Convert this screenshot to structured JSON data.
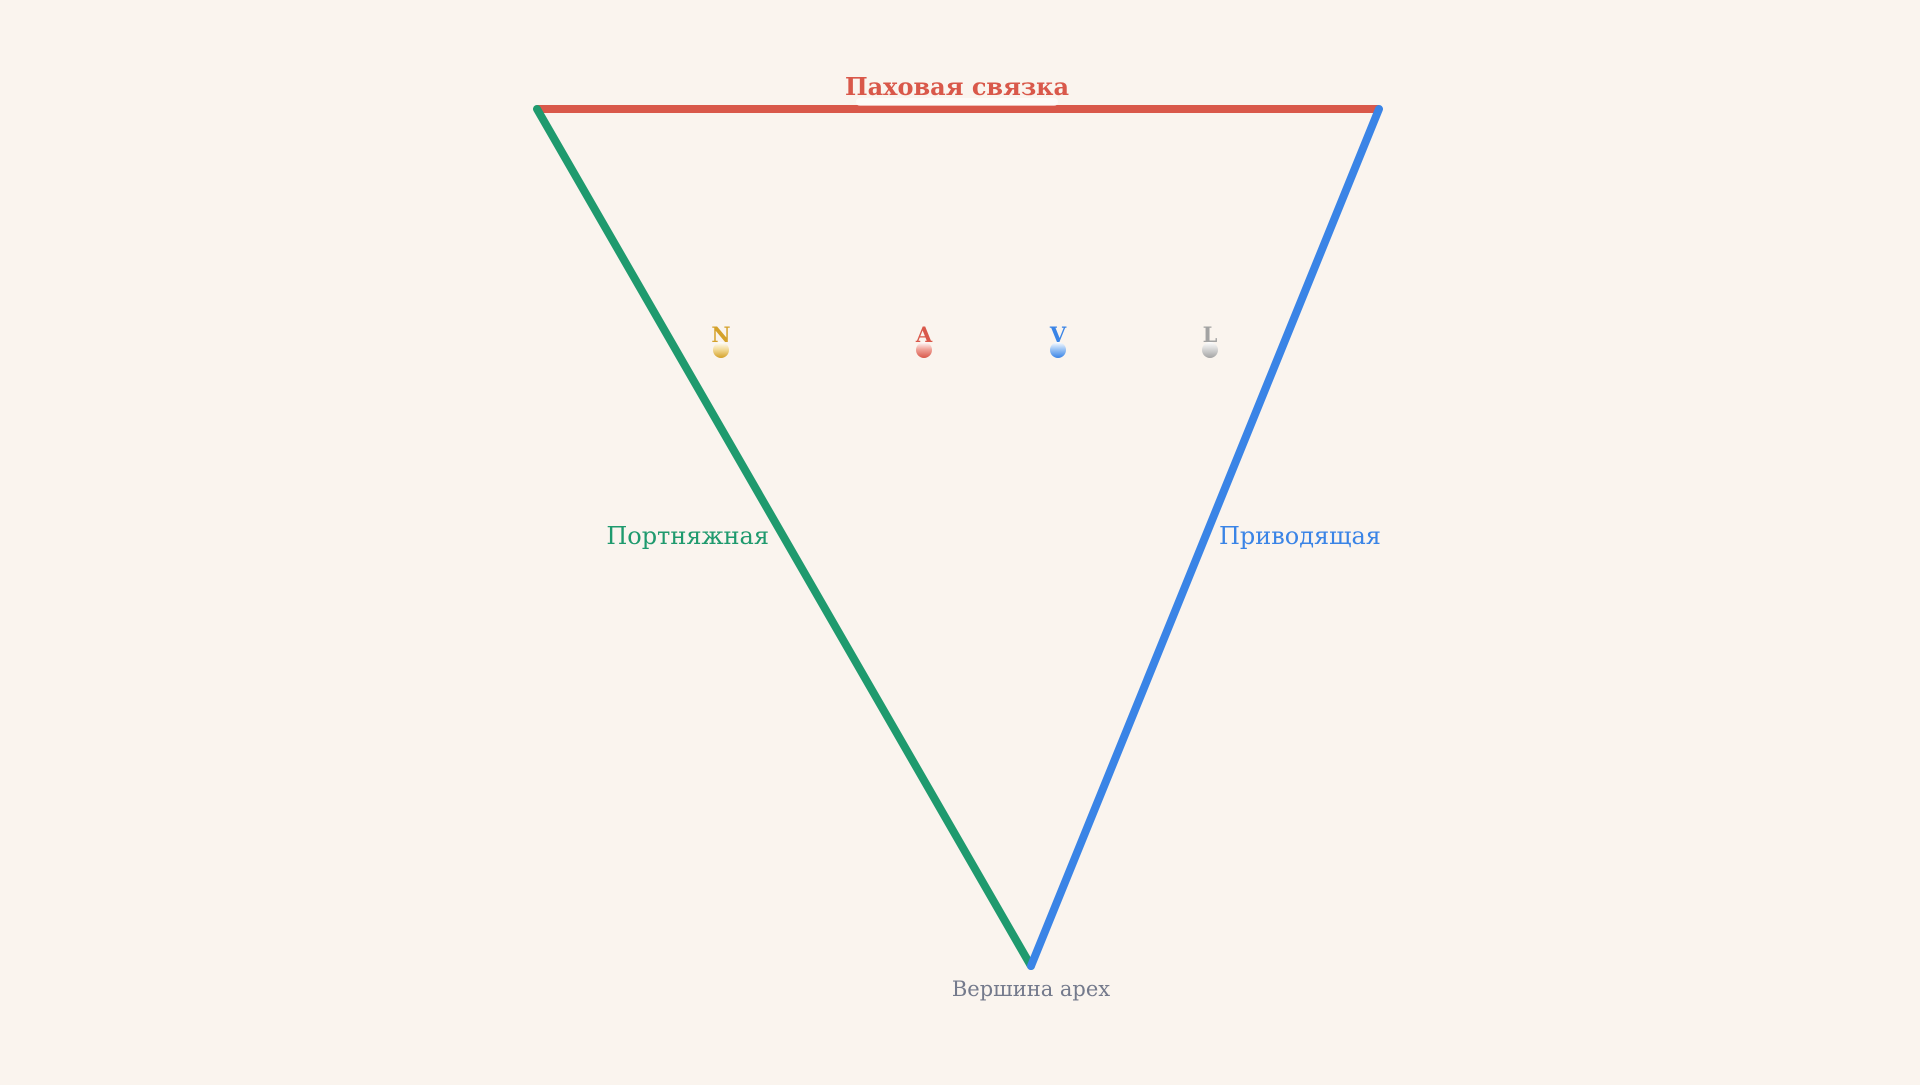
{
  "diagram": {
    "top_edge_label": "Паховая связка",
    "left_edge_label": "Портняжная",
    "right_edge_label": "Приводящая",
    "apex_label": "Вершина apex",
    "markers": [
      {
        "letter": "N",
        "color": "#d4a12a"
      },
      {
        "letter": "A",
        "color": "#d9584a"
      },
      {
        "letter": "V",
        "color": "#3a84e6"
      },
      {
        "letter": "L",
        "color": "#a3a3a3"
      }
    ]
  },
  "colors": {
    "background": "#faf4ee",
    "top_edge": "#d9584a",
    "left_edge": "#1f9a6e",
    "right_edge": "#3a84e6",
    "apex_text": "#747a8c"
  }
}
